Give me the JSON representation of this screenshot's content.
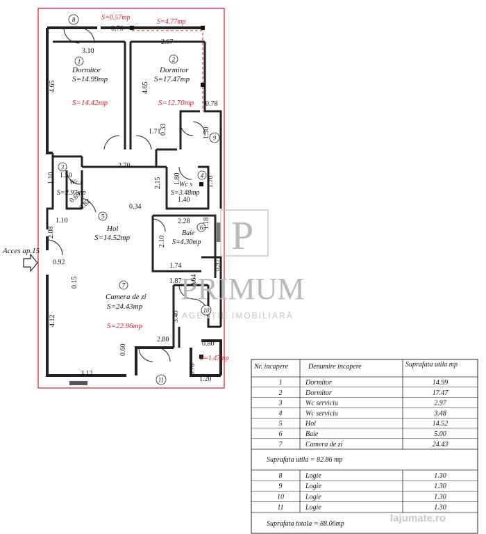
{
  "entrance_label": "Acces ap.15",
  "watermark": {
    "letter": "P",
    "word": "PRIMUM",
    "sub": "AGENȚIE IMOBILIARĂ"
  },
  "site_brand": "lajumate.ro",
  "rooms": [
    {
      "num": "1",
      "name": "Dormitor",
      "area": "S=14.99mp",
      "red_area": "S=14.42mp"
    },
    {
      "num": "2",
      "name": "Dormitor",
      "area": "S=17.47mp",
      "red_area": "S=12.70mp"
    },
    {
      "num": "3",
      "name": "Wc s",
      "area": "S=2.97mp"
    },
    {
      "num": "4",
      "name": "Wc s",
      "area": "S=3.48mp"
    },
    {
      "num": "5",
      "name": "Hol",
      "area": "S=14.52mp"
    },
    {
      "num": "6",
      "name": "Baie",
      "area": "S=4.30mp"
    },
    {
      "num": "7",
      "name": "Camera de zi",
      "area": "S=24.43mp",
      "red_area": "S=22.96mp"
    }
  ],
  "balcony_numbers": [
    "8",
    "9",
    "10",
    "11"
  ],
  "red_labels": {
    "top_left": "S=0.57mp",
    "top_right": "S=4.77mp",
    "bottom_right": "S=1.47mp"
  },
  "dimensions": [
    "0.76",
    "3.10",
    "2.67",
    "4.65",
    "4.65",
    "0.78",
    "1.71",
    "0.33",
    "1.50",
    "2.70",
    "1.50",
    "1.10",
    "0.69",
    "0.82",
    "2.15",
    "1.80",
    "1.70",
    "1.40",
    "0.34",
    "1.10",
    "2.08",
    "0.92",
    "0.15",
    "2.28",
    "1.18",
    "2.10",
    "1.74",
    "0.97",
    "1.87",
    "0.64",
    "3.40",
    "4.12",
    "2.80",
    "0.80",
    "0.60",
    "3.12",
    "0.70",
    "1.20"
  ],
  "table": {
    "headers": [
      "Nr. incapere",
      "Denumire incapere",
      "Suprafata utila mp"
    ],
    "rows": [
      {
        "nr": "1",
        "name": "Dormitor",
        "area": "14.99"
      },
      {
        "nr": "2",
        "name": "Dormitor",
        "area": "17.47"
      },
      {
        "nr": "3",
        "name": "Wc serviciu",
        "area": "2.97"
      },
      {
        "nr": "4",
        "name": "Wc serviciu",
        "area": "3.48"
      },
      {
        "nr": "5",
        "name": "Hol",
        "area": "14.52"
      },
      {
        "nr": "6",
        "name": "Baie",
        "area": "5.00"
      },
      {
        "nr": "7",
        "name": "Camera de zi",
        "area": "24.43"
      }
    ],
    "subtotal": "Suprafata utila = 82.86 mp",
    "loggia_rows": [
      {
        "nr": "8",
        "name": "Logie",
        "area": "1.30"
      },
      {
        "nr": "9",
        "name": "Logie",
        "area": "1.30"
      },
      {
        "nr": "10",
        "name": "Logie",
        "area": "1.30"
      },
      {
        "nr": "11",
        "name": "Logie",
        "area": "1.30"
      }
    ],
    "total": "Suprafata totala = 88.06mp"
  }
}
